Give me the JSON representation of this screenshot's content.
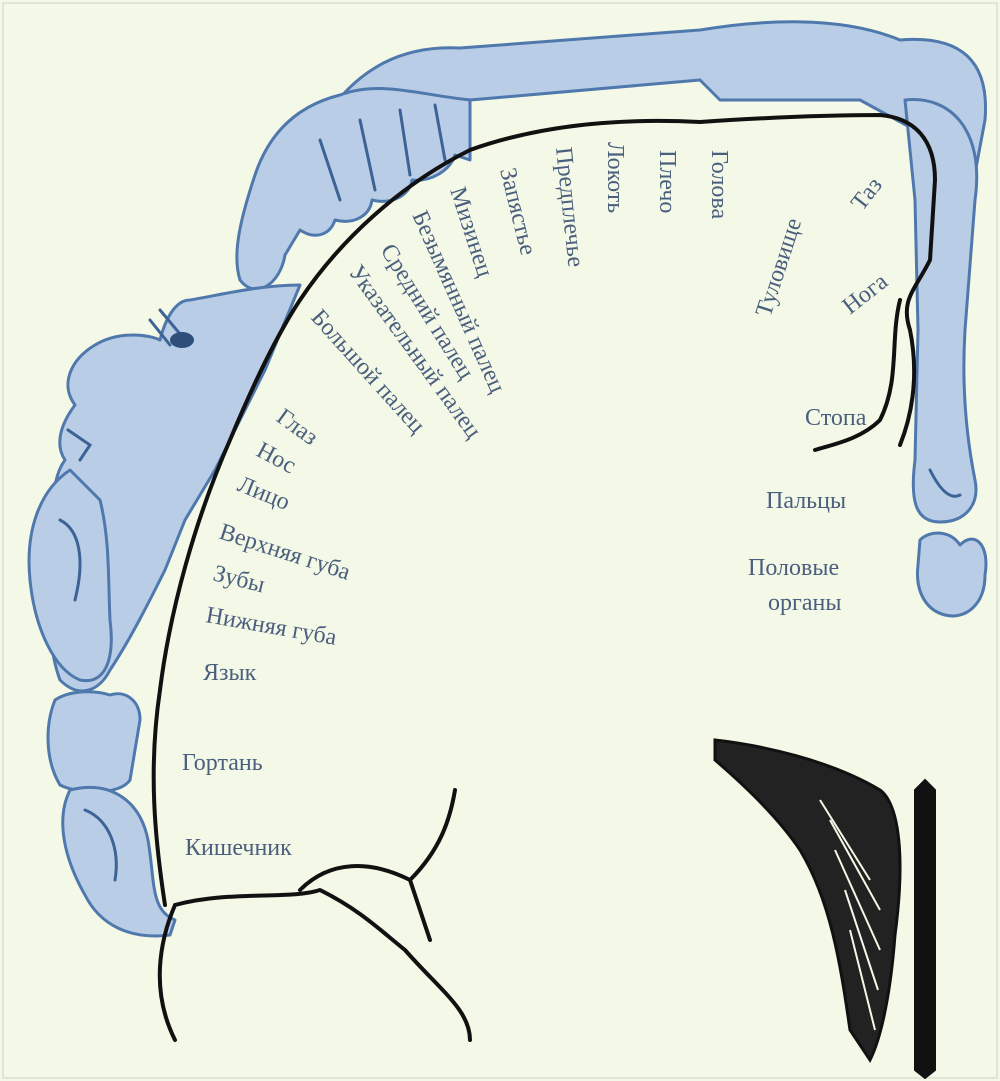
{
  "diagram": {
    "labels": {
      "taz": "Таз",
      "noga": "Нога",
      "tulovische": "Туловище",
      "golova": "Голова",
      "plecho": "Плечо",
      "lokot": "Локоть",
      "predplechye": "Предплечье",
      "zapyastye": "Запястье",
      "mizinets": "Мизинец",
      "bezymyanny": "Безымянный палец",
      "sredniy": "Средний палец",
      "ukazatelny": "Указательный палец",
      "bolshoy": "Большой палец",
      "glaz": "Глаз",
      "nos": "Нос",
      "litso": "Лицо",
      "verkhnyaya_guba": "Верхняя губа",
      "zuby": "Зубы",
      "nizhnyaya_guba": "Нижняя губа",
      "yazyk": "Язык",
      "gortan": "Гортань",
      "kishechnik": "Кишечник",
      "stopa": "Стопа",
      "paltsy": "Пальцы",
      "polovye_line1": "Половые",
      "polovye_line2": "органы"
    },
    "colors": {
      "background": "#f4f8e6",
      "figure_fill": "#b9cde6",
      "figure_stroke": "#4f78ad",
      "cortex": "#111111",
      "label": "#4a5f7e"
    }
  }
}
